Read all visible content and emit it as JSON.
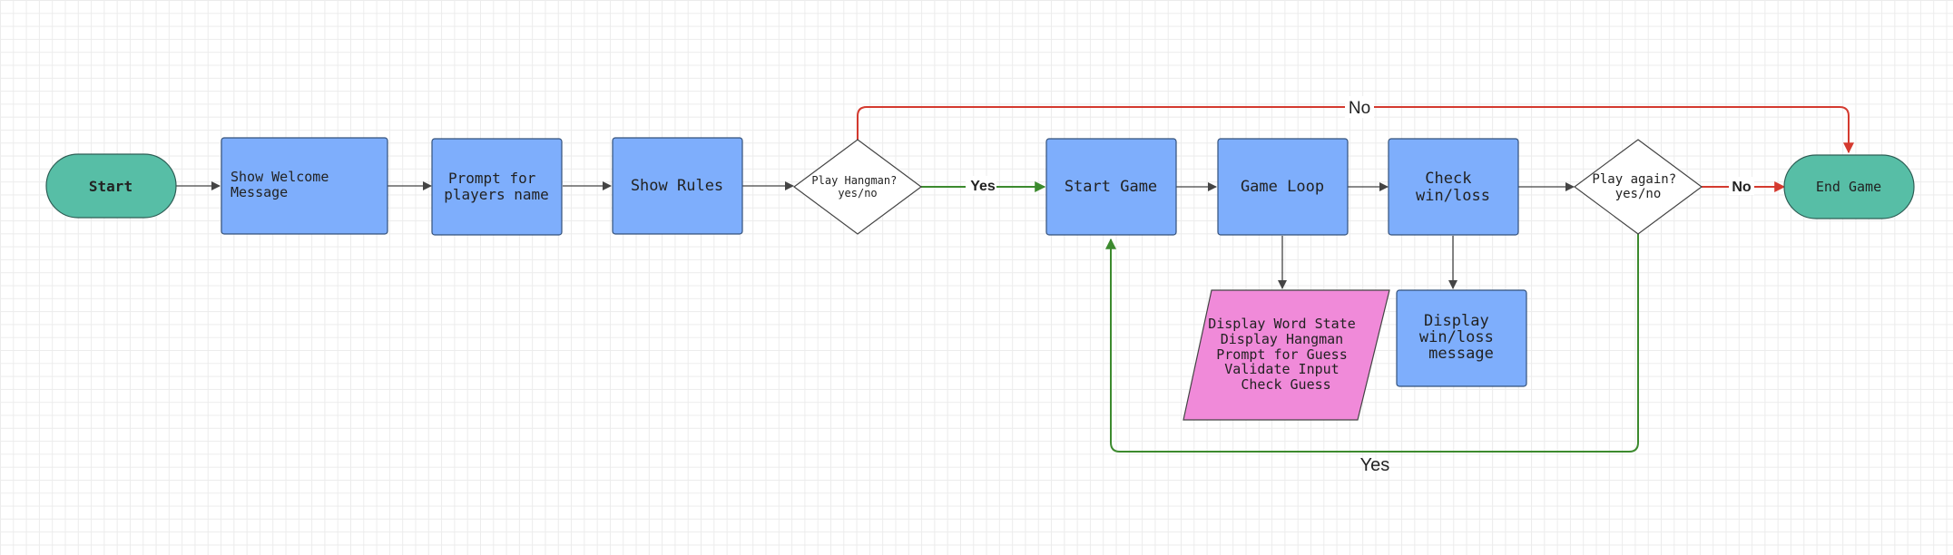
{
  "nodes": {
    "start": "Start",
    "welcome": [
      "Show Welcome",
      "Message"
    ],
    "prompt_name": [
      "Prompt for",
      "players name"
    ],
    "rules": "Show Rules",
    "decision_play": [
      "Play Hangman?",
      "yes/no"
    ],
    "start_game": "Start Game",
    "game_loop": "Game Loop",
    "check": [
      "Check",
      "win/loss"
    ],
    "decision_again": [
      "Play again?",
      "yes/no"
    ],
    "end": "End Game",
    "display_state": [
      "Display Word State",
      "Display Hangman",
      "Prompt for Guess",
      "Validate Input",
      "Check Guess"
    ],
    "display_msg": [
      "Display",
      "win/loss",
      "message"
    ]
  },
  "edge_labels": {
    "yes_play": "Yes",
    "no_play": "No",
    "no_again": "No",
    "yes_again": "Yes"
  },
  "colors": {
    "terminal": "#57bea6",
    "process": "#7eaefc",
    "io": "#f08ad9",
    "decision": "#ffffff",
    "yes_edge": "#3c8a2e",
    "no_edge": "#d43a2f",
    "default_edge": "#444444"
  }
}
